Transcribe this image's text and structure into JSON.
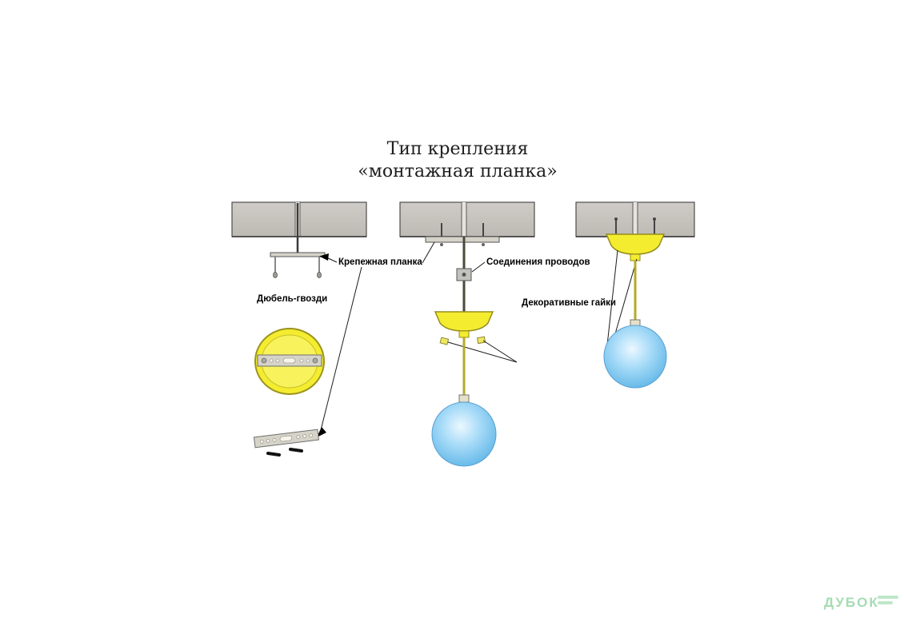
{
  "title": {
    "line1": "Тип крепления",
    "line2": "«монтажная планка»"
  },
  "labels": {
    "krepezhnaya_planka": "Крепежная планка",
    "dyubel_gvozdi": "Дюбель-гвозди",
    "soedineniya_provodov": "Соединения проводов",
    "dekorativnye_gayki": "Декоративные гайки"
  },
  "logo": {
    "name": "ДУБОК"
  },
  "colors": {
    "ceiling_gray": "#c8c5c0",
    "plate_gray": "#d6d3ca",
    "canopy_yellow": "#f4ec2f",
    "lamp_blue": "#8fd0f5",
    "logo_green": "#a6dcb3"
  }
}
